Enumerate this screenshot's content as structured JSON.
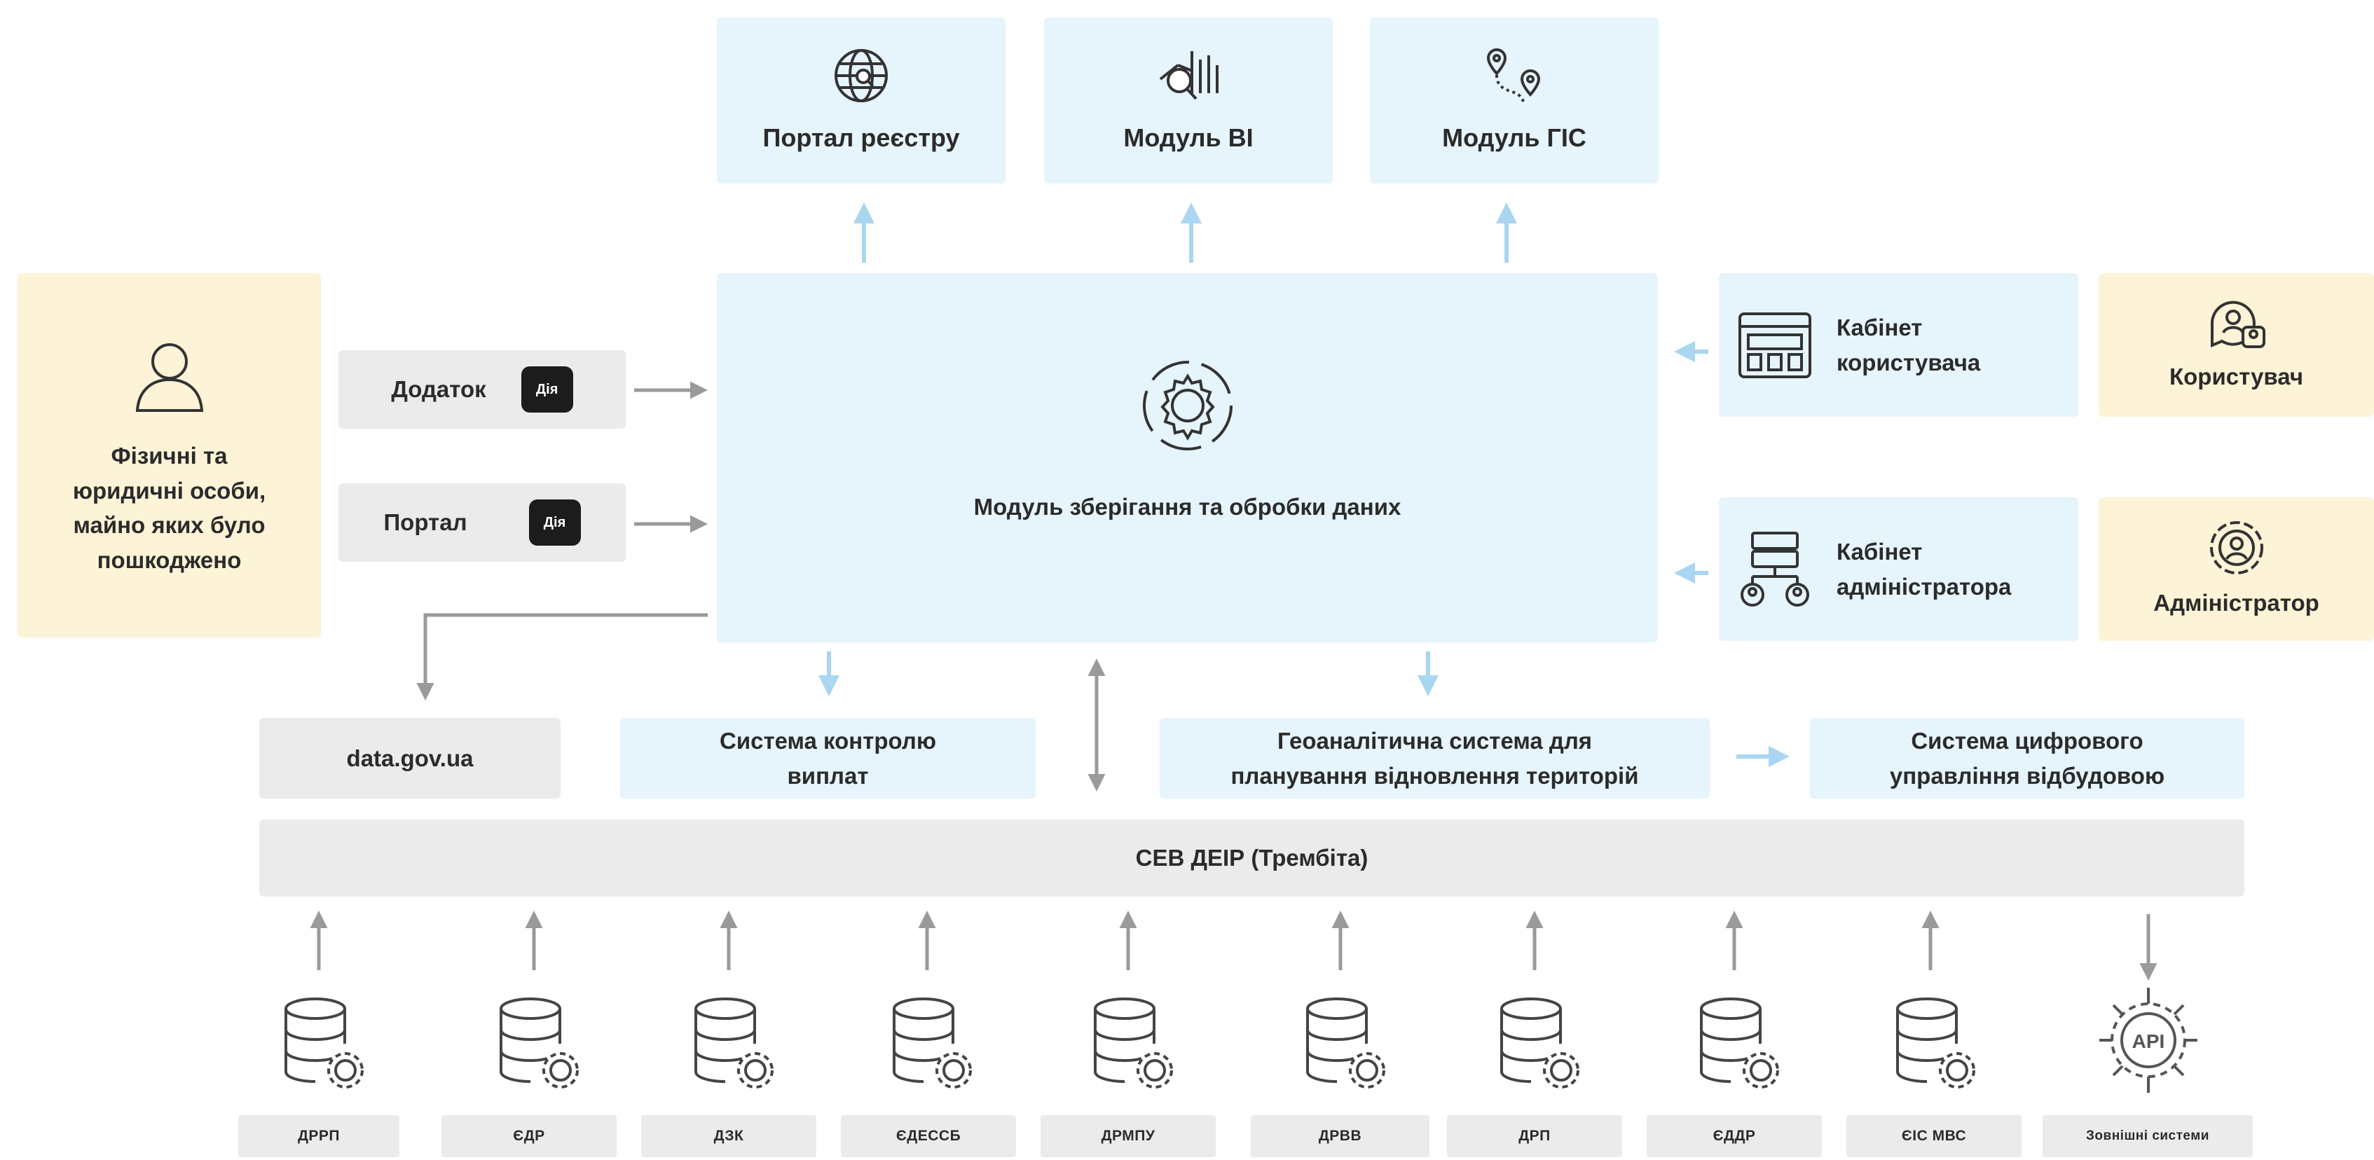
{
  "outputs": {
    "portal": "Портал реєстру",
    "bi": "Модуль BI",
    "gis": "Модуль ГІС"
  },
  "core": {
    "title": "Модуль зберігання та обробки даних"
  },
  "persons": {
    "line1": "Фізичні та",
    "line2": "юридичні особи,",
    "line3": "майно яких було",
    "line4": "пошкоджено"
  },
  "channels": {
    "app": "Додаток",
    "portal": "Портал",
    "diia": "Дія"
  },
  "cabinets": {
    "user_line1": "Кабінет",
    "user_line2": "користувача",
    "admin_line1": "Кабінет",
    "admin_line2": "адміністратора"
  },
  "roles": {
    "user": "Користувач",
    "admin": "Адміністратор"
  },
  "systems": {
    "datagov": "data.gov.ua",
    "payments_line1": "Система контролю",
    "payments_line2": "виплат",
    "geo_line1": "Геоаналітична система для",
    "geo_line2": "планування відновлення територій",
    "digital_line1": "Система цифрового",
    "digital_line2": "управління відбудовою"
  },
  "bus": {
    "label": "СЕВ ДЕІР (Трембіта)"
  },
  "sources": [
    "ДРРП",
    "ЄДР",
    "ДЗК",
    "ЄДЕССБ",
    "ДРМПУ",
    "ДРВВ",
    "ДРП",
    "ЄДДР",
    "ЄІС МВС",
    "Зовнішні системи"
  ],
  "colors": {
    "blue_box": "#e6f4fc",
    "gray_box": "#ebebeb",
    "yellow_box": "#fdf3d7",
    "arrow_blue": "#a9d6f0",
    "arrow_gray": "#9a9a9a"
  }
}
